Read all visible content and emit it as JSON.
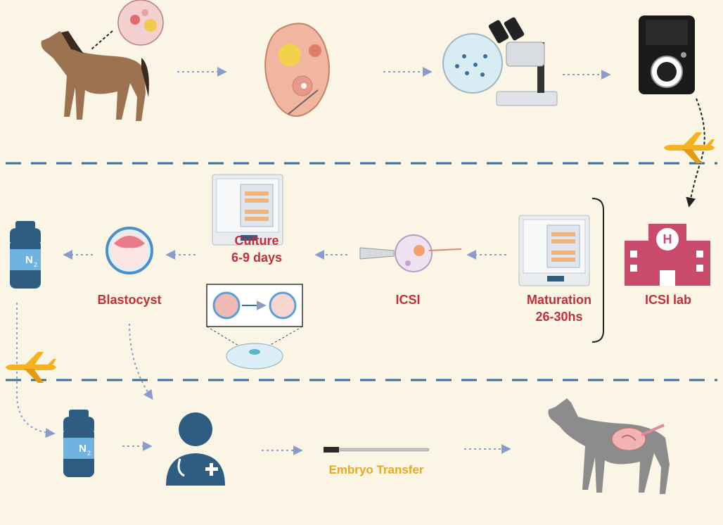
{
  "labels": {
    "culture_line1": "Culture",
    "culture_line2": "6-9 days",
    "blastocyst": "Blastocyst",
    "icsi": "ICSI",
    "maturation_line1": "Maturation",
    "maturation_line2": "26-30hs",
    "icsi_lab": "ICSI lab",
    "embryo_transfer": "Embryo Transfer"
  },
  "tank_label_top": "N",
  "tank_label_sub": "2",
  "hospital_sign": "H",
  "colors": {
    "background": "#fbf5e6",
    "label_red": "#c0303a",
    "label_gold": "#e8a820",
    "divider": "#3a6e9c",
    "tank": "#2f5d82",
    "doctor": "#2f5d82",
    "hospital": "#c94a6a",
    "plane": "#f5b21e",
    "arrow": "#8a9ccc",
    "horse_brown": "#9c7250",
    "horse_grey": "#8c8c8c"
  },
  "icons": [
    "horse-icon",
    "ovary-icon",
    "follicle-tissue-icon",
    "stereo-microscope-icon",
    "transport-incubator-icon",
    "airplane-icon",
    "hospital-icon",
    "incubator-icon",
    "icsi-pipette-icon",
    "blastocyst-icon",
    "liquid-nitrogen-tank-icon",
    "embryo-dish-icon",
    "doctor-icon",
    "transfer-catheter-icon",
    "pregnant-mare-icon"
  ]
}
